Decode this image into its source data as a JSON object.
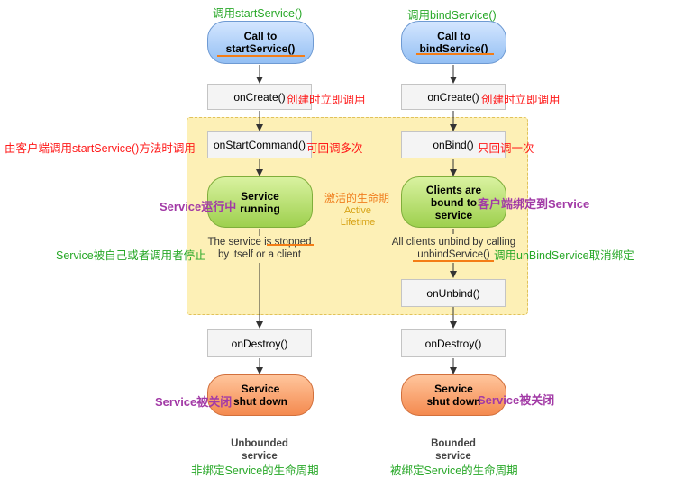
{
  "left": {
    "caption_top": "调用startService()",
    "call_line1": "Call to",
    "call_line2": "startService()",
    "oncreate": "onCreate()",
    "oncreate_note": "创建时立即调用",
    "onstart": "onStartCommand()",
    "onstart_note": "可回调多次",
    "onstart_left_note": "由客户端调用startService()方法时调用",
    "running_line1": "Service",
    "running_line2": "running",
    "running_note": "Service运行中",
    "stop_text_line1": "The service is stopped",
    "stop_text_line2": "by itself or a client",
    "stop_note": "Service被自己或者调用者停止",
    "ondestroy": "onDestroy()",
    "shutdown_line1": "Service",
    "shutdown_line2": "shut down",
    "shutdown_note": "Service被关闭",
    "lifetime_line1": "Unbounded",
    "lifetime_line2": "service",
    "lifetime_note": "非绑定Service的生命周期"
  },
  "right": {
    "caption_top": "调用bindService()",
    "call_line1": "Call to",
    "call_line2": "bindService()",
    "oncreate": "onCreate()",
    "oncreate_note": "创建时立即调用",
    "onbind": "onBind()",
    "onbind_note": "只回调一次",
    "bound_line1": "Clients are",
    "bound_line2": "bound to",
    "bound_line3": "service",
    "bound_note": "客户端绑定到Service",
    "unbind_text_line1": "All clients unbind by calling",
    "unbind_text_line2": "unbindService()",
    "unbind_note": "调用unBindService取消绑定",
    "onunbind": "onUnbind()",
    "ondestroy": "onDestroy()",
    "shutdown_line1": "Service",
    "shutdown_line2": "shut down",
    "shutdown_note": "Service被关闭",
    "lifetime_line1": "Bounded",
    "lifetime_line2": "service",
    "lifetime_note": "被绑定Service的生命周期"
  },
  "center": {
    "active_note": "激活的生命期",
    "active_line1": "Active",
    "active_line2": "Lifetime"
  }
}
